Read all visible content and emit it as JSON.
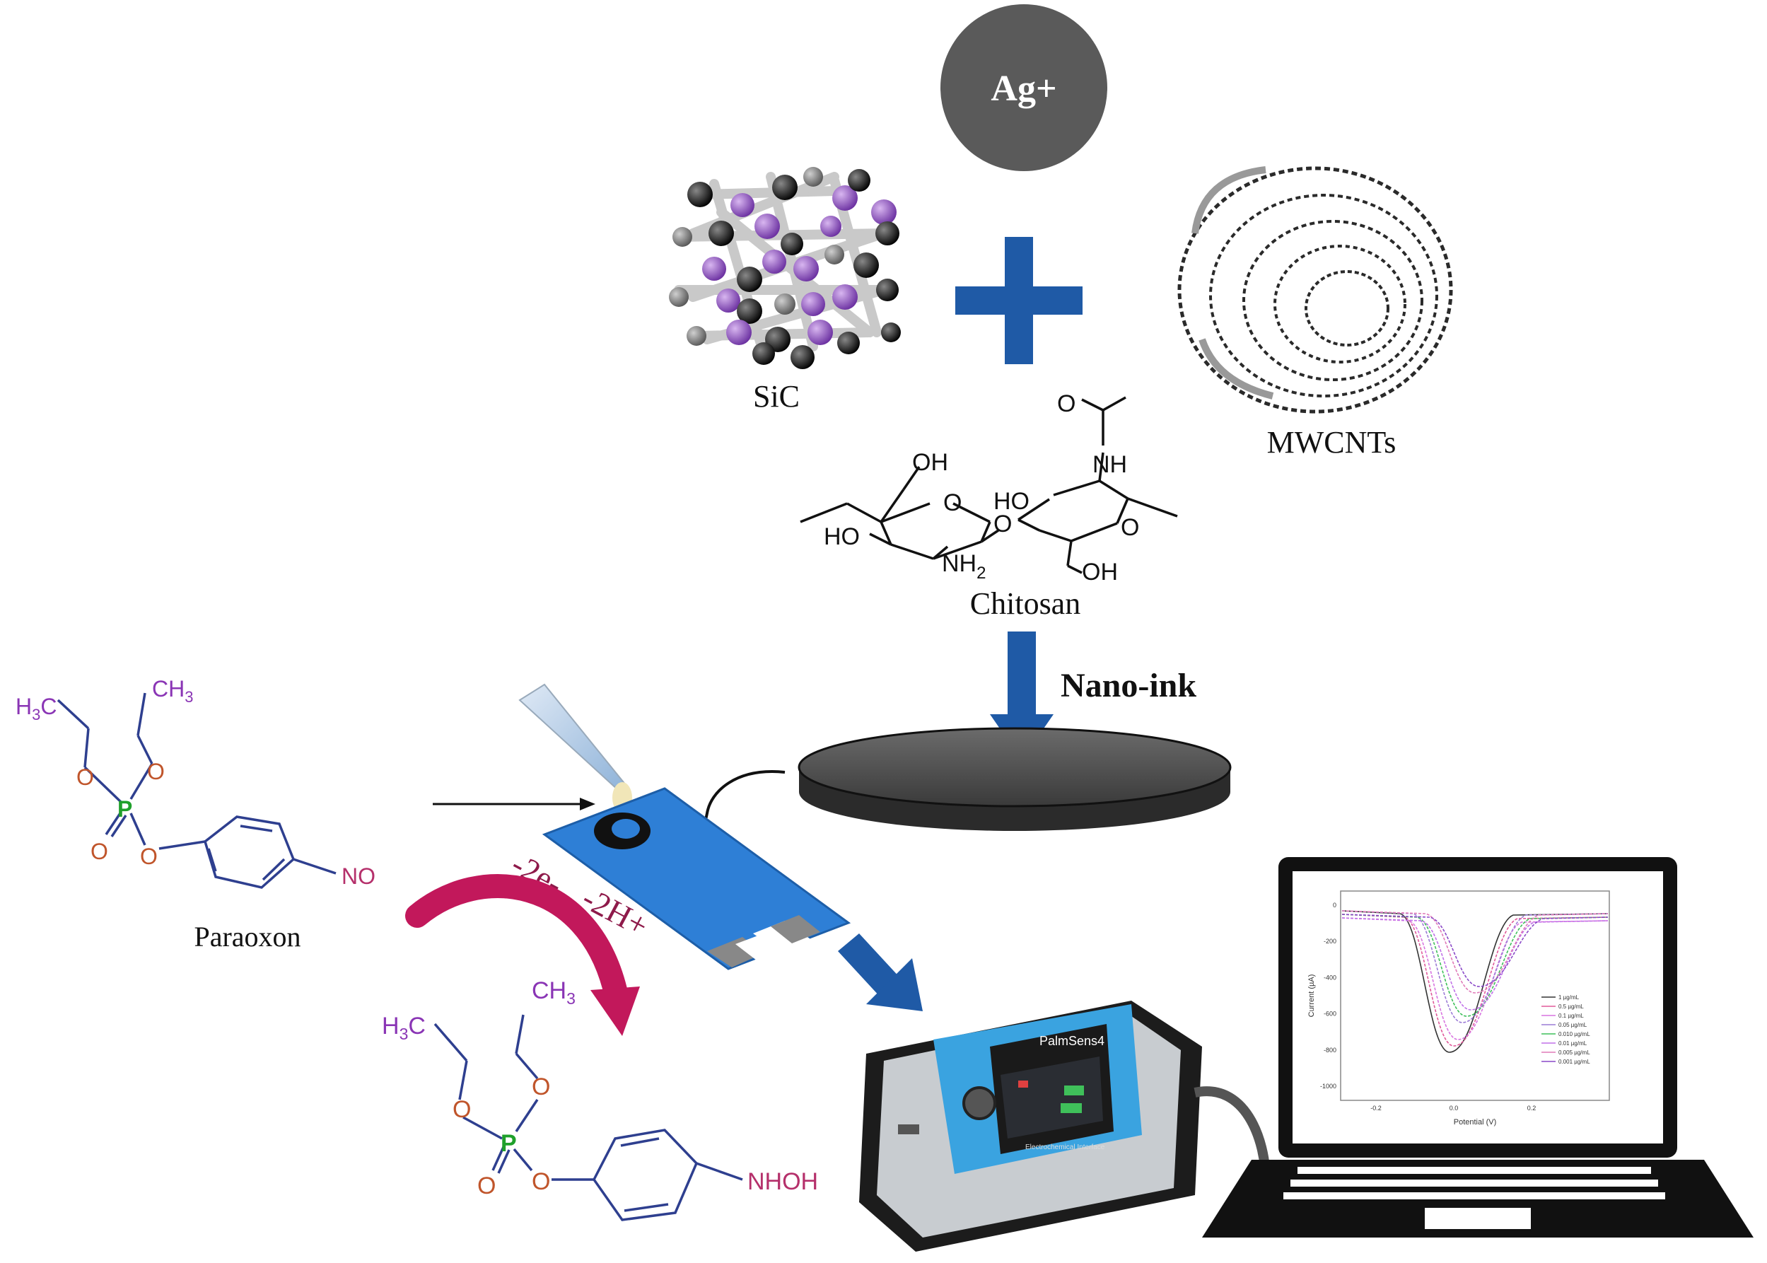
{
  "ion": {
    "label": "Ag+"
  },
  "materials": {
    "sic_label": "SiC",
    "mwcnt_label": "MWCNTs",
    "chitosan_label": "Chitosan"
  },
  "chitosan_groups": {
    "oh_top": "OH",
    "o_ring1": "O",
    "ho_left": "HO",
    "nh2": "NH",
    "nh2_sub": "2",
    "o_link": "O",
    "ho_mid": "HO",
    "o_ring2": "O",
    "oh_bottom": "OH",
    "nh": "NH",
    "o_carbonyl": "O"
  },
  "process": {
    "nano_ink_label": "Nano-ink"
  },
  "reaction": {
    "electrons_label": "-2e-",
    "protons_label": "-2H+"
  },
  "paraoxon": {
    "name": "Paraoxon",
    "h3c": "H",
    "h3c_sub": "3",
    "h3c_c": "C",
    "ch3": "CH",
    "ch3_sub": "3",
    "o1": "O",
    "o2": "O",
    "p": "P",
    "o_double": "O",
    "o_aryl": "O",
    "no": "NO"
  },
  "product": {
    "h3c": "H",
    "h3c_sub": "3",
    "h3c_c": "C",
    "ch3": "CH",
    "ch3_sub": "3",
    "o1": "O",
    "o2": "O",
    "p": "P",
    "o_double": "O",
    "o_aryl": "O",
    "nhoh": "NHOH"
  },
  "device": {
    "brand": "PalmSens4",
    "screen_caption": "Electrochemical Interface"
  },
  "laptop_plot": {
    "xlabel": "Potential (V)",
    "ylabel": "Current (µA)",
    "xticks": [
      "-0.2",
      "0.0",
      "0.2"
    ],
    "yticks": [
      "0",
      "-200",
      "-400",
      "-600",
      "-800",
      "-1000"
    ],
    "legend": [
      "1 µg/mL",
      "0.5 µg/mL",
      "0.1 µg/mL",
      "0.05 µg/mL",
      "0.010 µg/mL",
      "0.01 µg/mL",
      "0.005 µg/mL",
      "0.001 µg/mL"
    ]
  },
  "colors": {
    "ion_circle": "#5a5a5a",
    "plus_sign": "#1f5aa6",
    "arrow_blue": "#1f5aa6",
    "electrode_blue": "#2e7fd6",
    "reaction_arrow": "#c2185b",
    "reaction_text": "#8e1a4a",
    "alkyl_purple": "#8a35b5",
    "oxygen": "#c0552b",
    "phosphorus": "#1fa02b",
    "ring_blue": "#2e3f8f",
    "amine": "#b5306b",
    "sic_purple": "#7b3fb0",
    "device_blue": "#3aa3e0"
  }
}
